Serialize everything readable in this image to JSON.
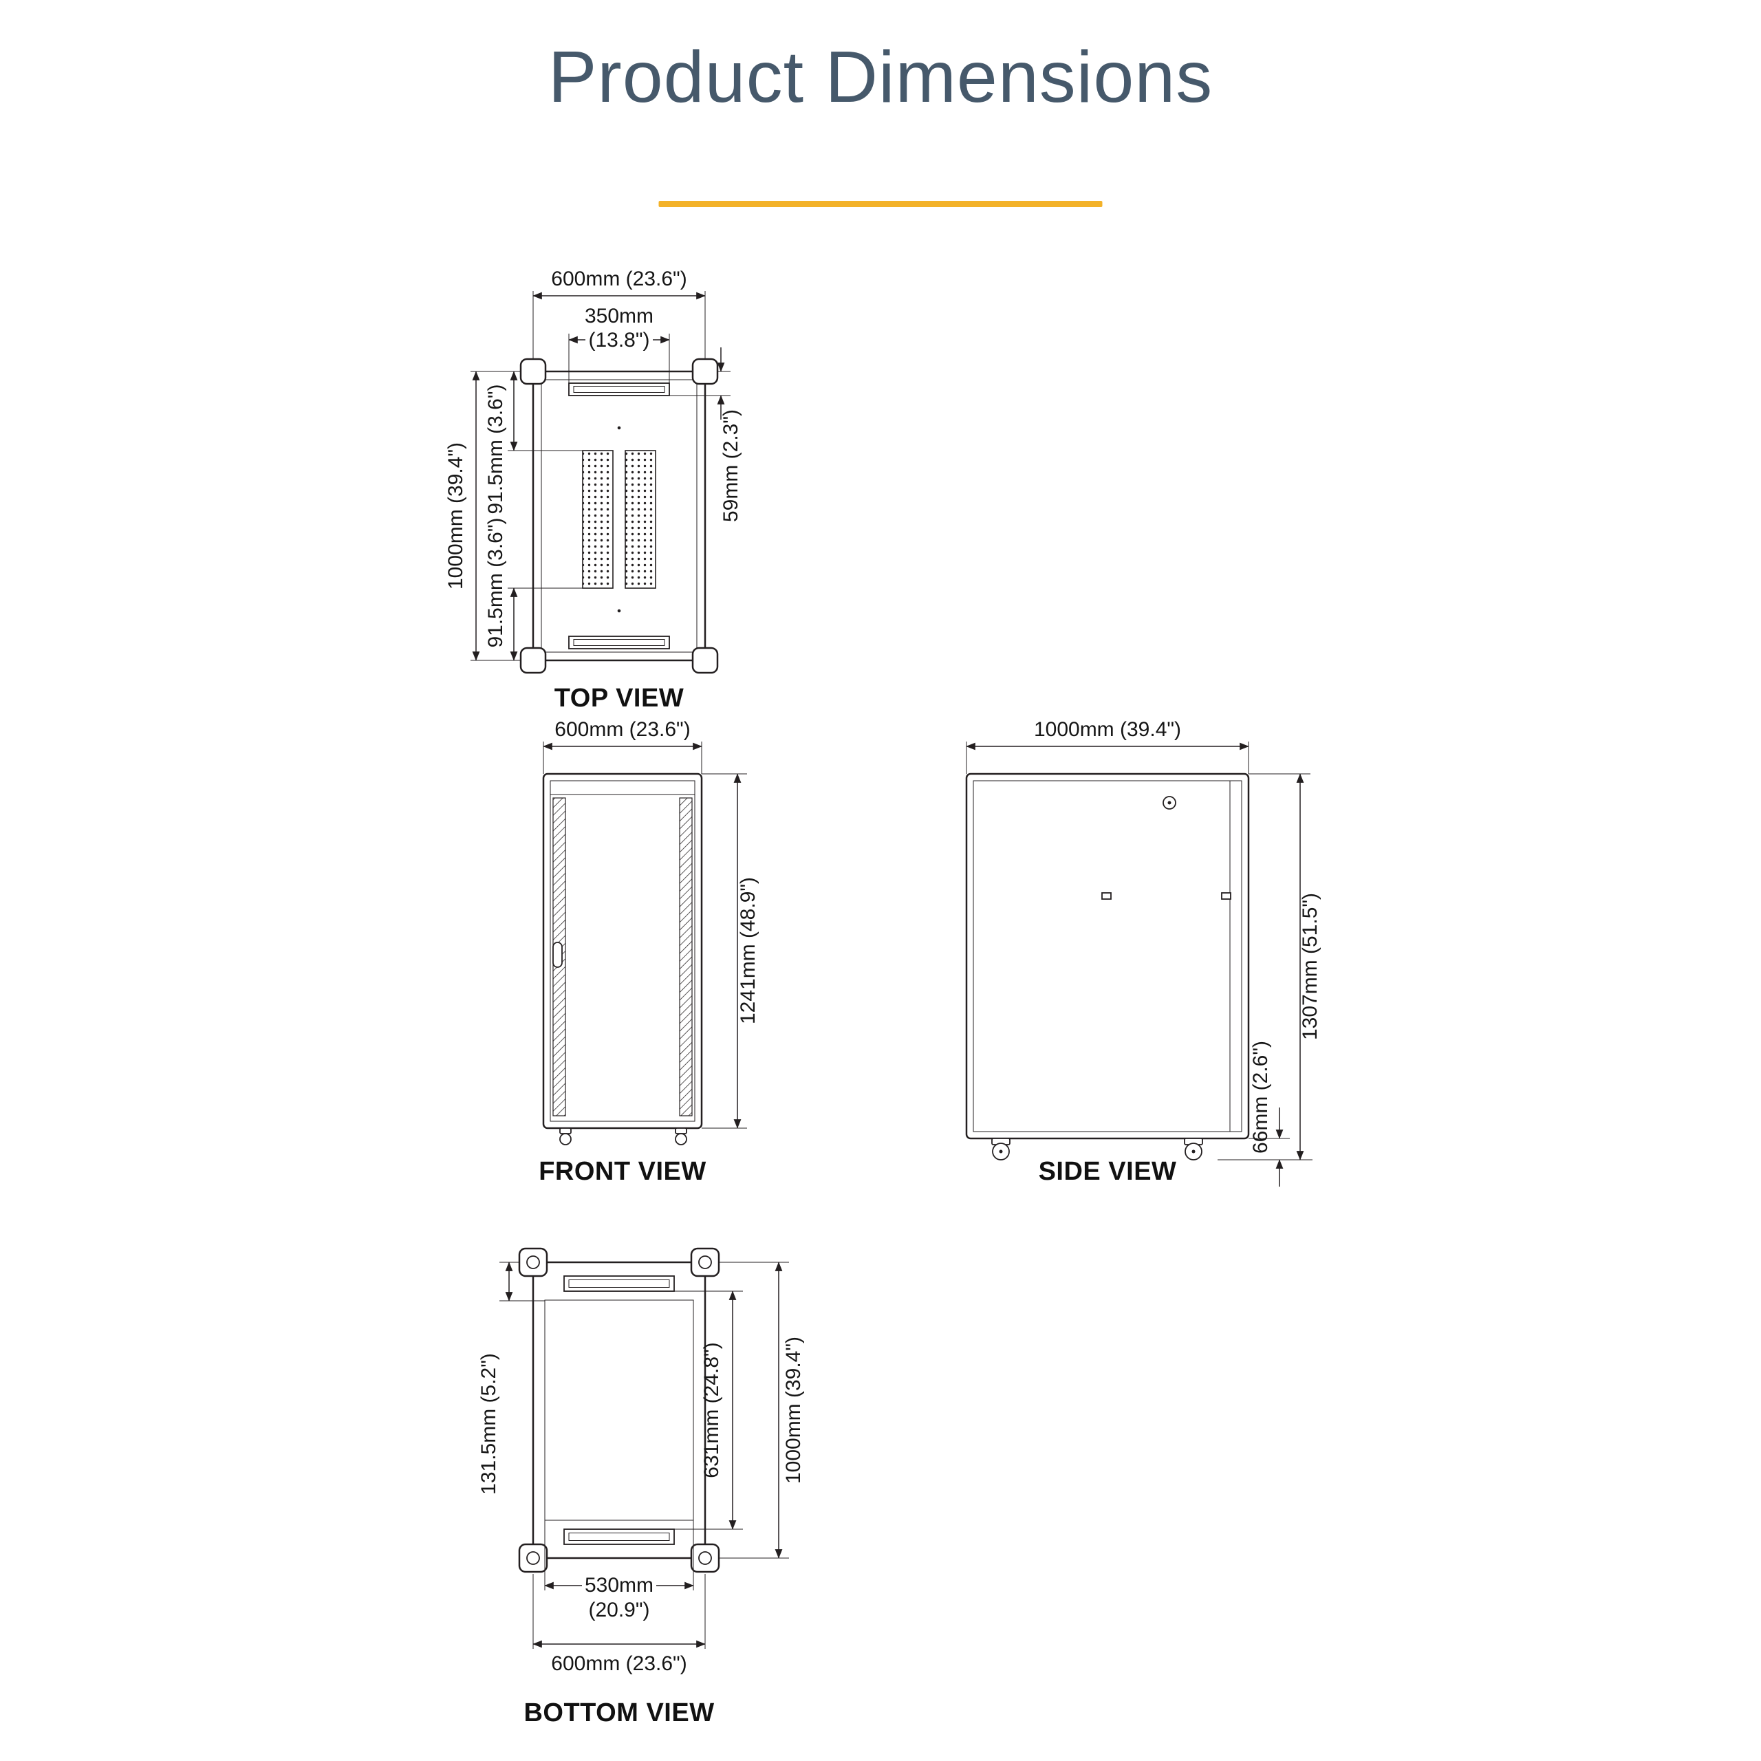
{
  "title": "Product Dimensions",
  "colors": {
    "accent": "#f3b229",
    "title": "#46596b",
    "line": "#231f20"
  },
  "views": {
    "top": {
      "label": "TOP VIEW",
      "width": "600mm (23.6\")",
      "slot_width_mm": "350mm",
      "slot_width_in": "(13.8\")",
      "depth": "1000mm (39.4\")",
      "front_offset": "91.5mm (3.6\")",
      "rear_offset": "91.5mm (3.6\")",
      "vent_offset": "59mm (2.3\")"
    },
    "front": {
      "label": "FRONT VIEW",
      "width": "600mm (23.6\")",
      "height": "1241mm (48.9\")"
    },
    "side": {
      "label": "SIDE VIEW",
      "depth": "1000mm (39.4\")",
      "height": "1307mm (51.5\")",
      "caster_height": "66mm (2.6\")"
    },
    "bottom": {
      "label": "BOTTOM VIEW",
      "edge_offset": "131.5mm (5.2\")",
      "inner_depth": "631mm (24.8\")",
      "depth": "1000mm (39.4\")",
      "inner_width_mm": "530mm",
      "inner_width_in": "(20.9\")",
      "width": "600mm (23.6\")"
    }
  }
}
